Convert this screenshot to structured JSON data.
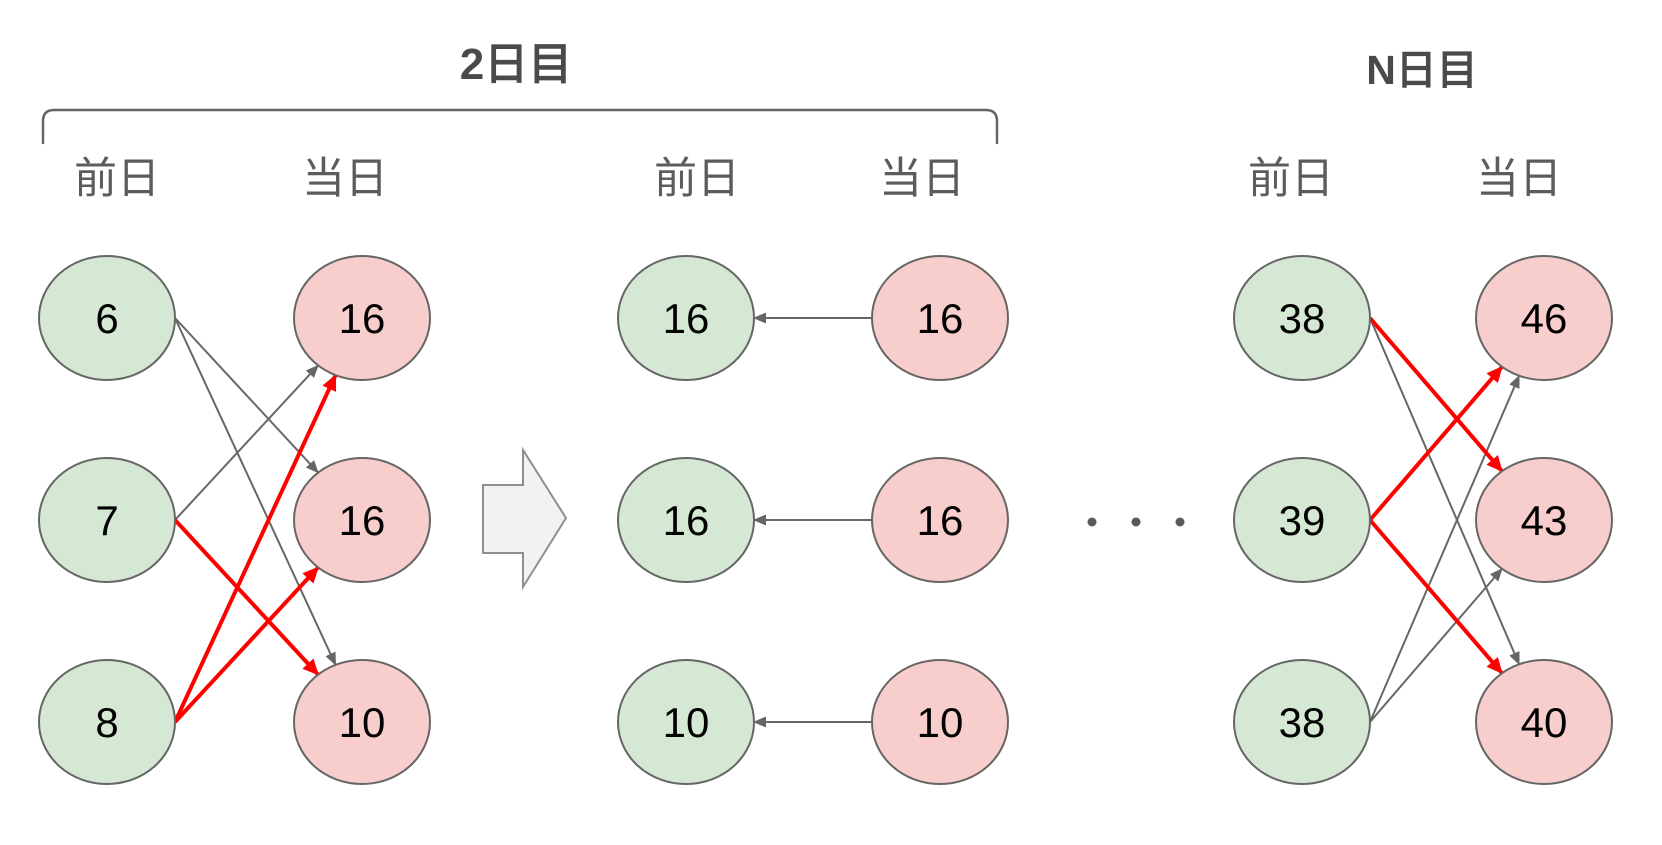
{
  "diagram": {
    "titles": {
      "day2": "2日目",
      "dayN": "N日目"
    },
    "groups": [
      {
        "id": "day2-transition",
        "header_prev": "前日",
        "header_cur": "当日",
        "prev_nodes": [
          "6",
          "7",
          "8"
        ],
        "cur_nodes": [
          "16",
          "16",
          "10"
        ],
        "arrow_direction": "prev_to_cur",
        "edges": [
          {
            "from": 0,
            "to": 1,
            "color": "gray"
          },
          {
            "from": 0,
            "to": 2,
            "color": "gray"
          },
          {
            "from": 1,
            "to": 0,
            "color": "gray"
          },
          {
            "from": 1,
            "to": 2,
            "color": "red"
          },
          {
            "from": 2,
            "to": 0,
            "color": "red"
          },
          {
            "from": 2,
            "to": 1,
            "color": "red"
          }
        ]
      },
      {
        "id": "day2-copy",
        "header_prev": "前日",
        "header_cur": "当日",
        "prev_nodes": [
          "16",
          "16",
          "10"
        ],
        "cur_nodes": [
          "16",
          "16",
          "10"
        ],
        "arrow_direction": "cur_to_prev",
        "edges": [
          {
            "from": 0,
            "to": 0,
            "color": "gray"
          },
          {
            "from": 1,
            "to": 1,
            "color": "gray"
          },
          {
            "from": 2,
            "to": 2,
            "color": "gray"
          }
        ]
      },
      {
        "id": "dayN-transition",
        "header_prev": "前日",
        "header_cur": "当日",
        "prev_nodes": [
          "38",
          "39",
          "38"
        ],
        "cur_nodes": [
          "46",
          "43",
          "40"
        ],
        "arrow_direction": "prev_to_cur",
        "edges": [
          {
            "from": 0,
            "to": 1,
            "color": "red"
          },
          {
            "from": 0,
            "to": 2,
            "color": "gray"
          },
          {
            "from": 1,
            "to": 0,
            "color": "red"
          },
          {
            "from": 1,
            "to": 2,
            "color": "red"
          },
          {
            "from": 2,
            "to": 0,
            "color": "gray"
          },
          {
            "from": 2,
            "to": 1,
            "color": "gray"
          }
        ]
      }
    ],
    "ellipsis_dot_count": 3,
    "colors": {
      "prev_node_fill": "#d5e8d4",
      "cur_node_fill": "#f8cecc",
      "node_stroke": "#666666",
      "node_text": "#000000",
      "edge_gray": "#666666",
      "edge_red": "#ff0000",
      "header_text": "#5c5c5c",
      "title_text": "#4a4a4a",
      "bracket": "#666666",
      "big_arrow_fill": "#f2f2f2",
      "big_arrow_stroke": "#8f8f8f",
      "dot_color": "#595959",
      "background": "#ffffff"
    }
  }
}
